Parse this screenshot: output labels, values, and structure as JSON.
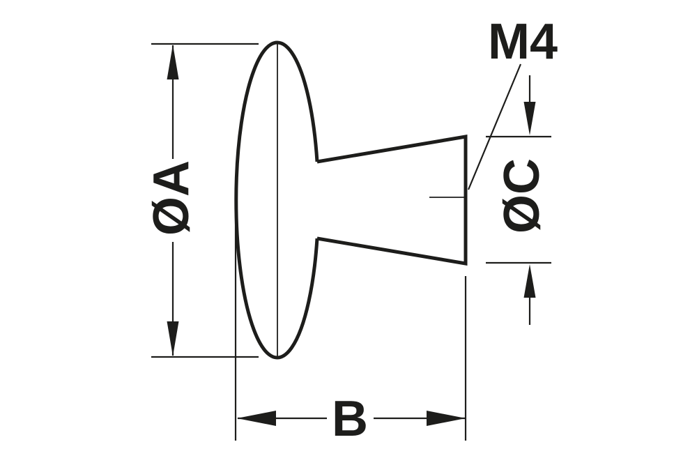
{
  "diagram": {
    "type": "technical-dimension-drawing",
    "subject": "knob-side-profile",
    "labels": {
      "diameter_a": "ØA",
      "width_b": "B",
      "diameter_c": "ØC",
      "thread": "M4"
    },
    "colors": {
      "line": "#1d1d1b",
      "background": "#ffffff"
    }
  }
}
